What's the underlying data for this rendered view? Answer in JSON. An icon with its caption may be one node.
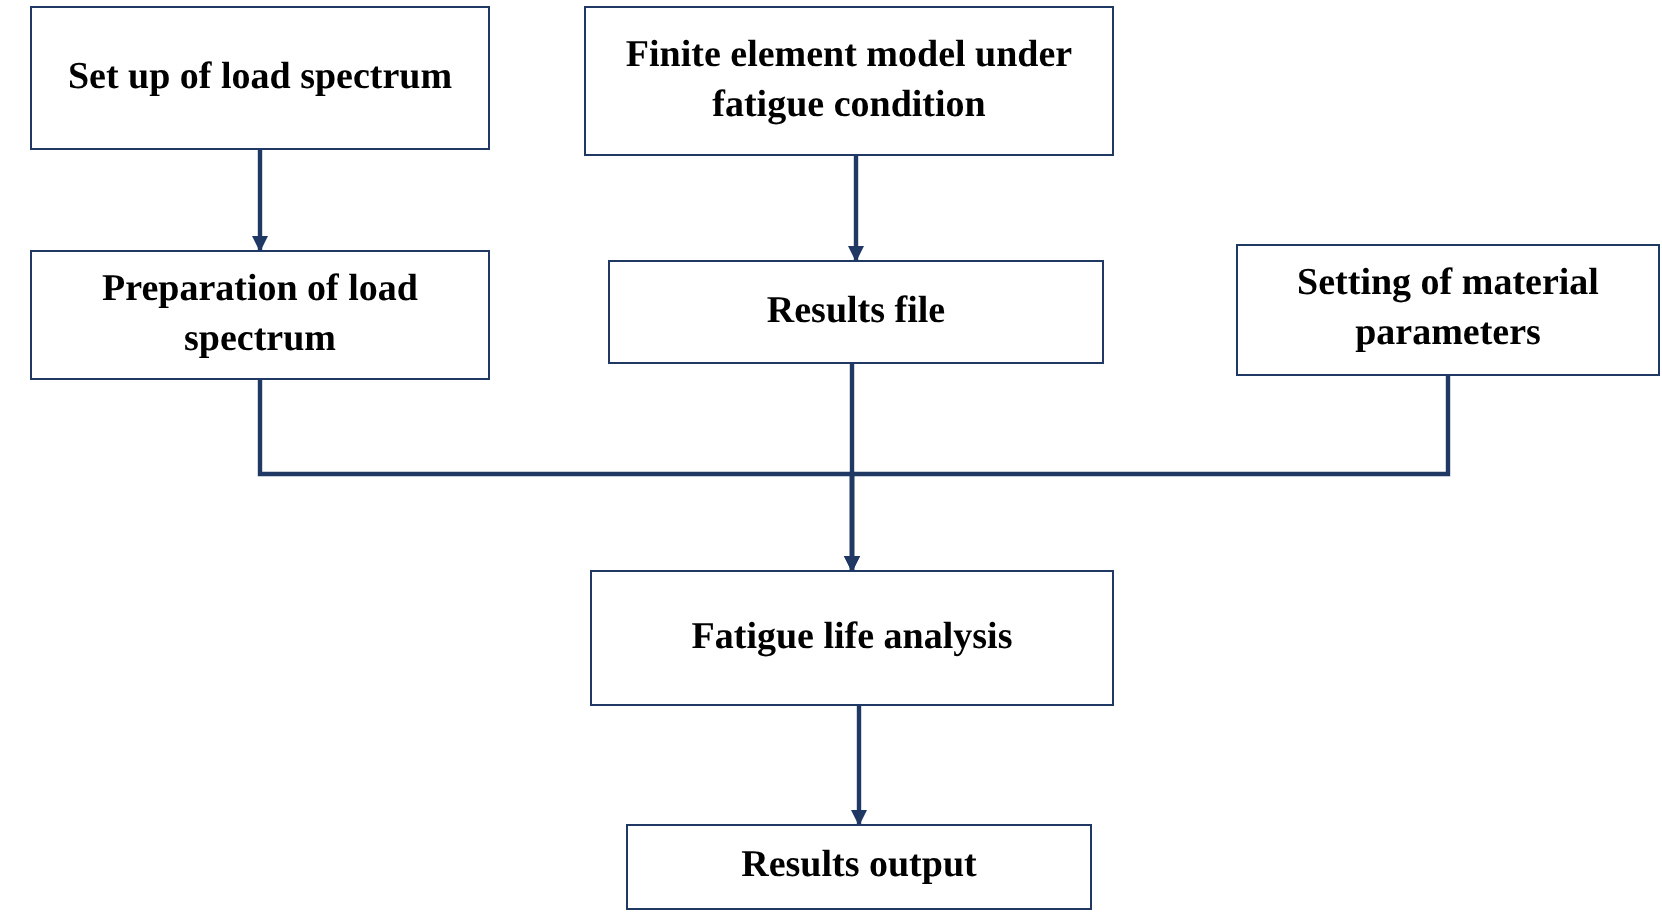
{
  "diagram": {
    "nodes": [
      {
        "text": [
          "Set up of load spectrum"
        ]
      },
      {
        "text": [
          "Preparation of load spectrum"
        ]
      },
      {
        "text": [
          "Finite element model under fatigue condition"
        ]
      },
      {
        "text": [
          "Results file"
        ]
      },
      {
        "text": [
          "Setting of material parameters"
        ]
      },
      {
        "text": [
          "Fatigue life analysis"
        ]
      },
      {
        "text": [
          "Results output"
        ]
      }
    ],
    "edges": [
      {
        "from": 0,
        "to": 1,
        "arrow": "to"
      },
      {
        "from": 2,
        "to": 3,
        "arrow": "to"
      },
      {
        "from": 1,
        "to": 5,
        "arrow": "to"
      },
      {
        "from": 3,
        "to": 5,
        "arrow": "to"
      },
      {
        "from": 4,
        "to": 5,
        "arrow": "to"
      },
      {
        "from": 5,
        "to": 6,
        "arrow": "to"
      }
    ]
  }
}
